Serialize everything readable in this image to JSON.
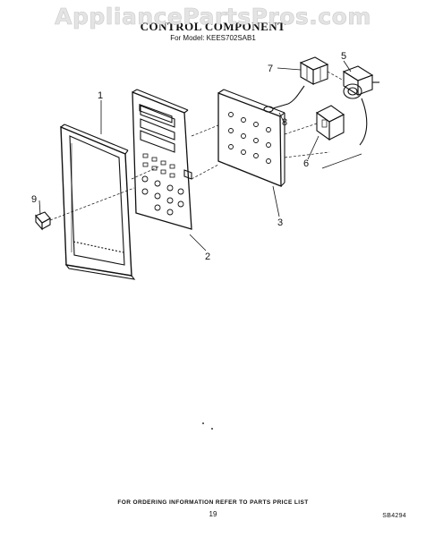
{
  "header": {
    "watermark": "AppliancePartsPros.com",
    "title": "CONTROL COMPONENT",
    "model": "For Model: KEES702SAB1"
  },
  "callouts": [
    {
      "id": "label-1",
      "text": "1"
    },
    {
      "id": "label-2",
      "text": "2"
    },
    {
      "id": "label-3",
      "text": "3"
    },
    {
      "id": "label-5",
      "text": "5"
    },
    {
      "id": "label-6",
      "text": "6"
    },
    {
      "id": "label-7",
      "text": "7"
    },
    {
      "id": "label-8",
      "text": "8"
    },
    {
      "id": "label-9",
      "text": "9"
    }
  ],
  "footer": {
    "ordering_note": "FOR ORDERING INFORMATION REFER TO PARTS PRICE LIST",
    "page_number": "19",
    "diagram_code": "SB4294"
  }
}
